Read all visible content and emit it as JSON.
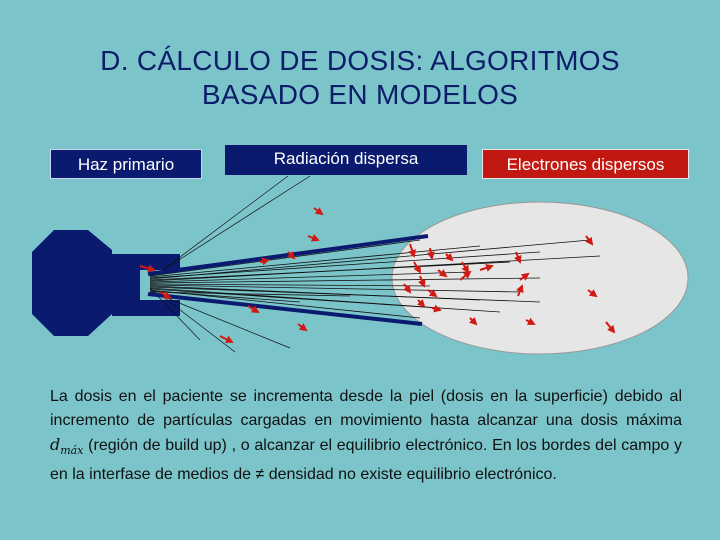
{
  "title": {
    "line1": "D. CÁLCULO DE DOSIS: ALGORITMOS",
    "line2": "BASADO EN MODELOS"
  },
  "labels": {
    "primary_beam": "Haz primario",
    "scattered_radiation": "Radiación dispersa",
    "scattered_electrons": "Electrones dispersos"
  },
  "body": {
    "part1": "La dosis en el paciente se incrementa desde la piel (dosis en la superficie) debido al incremento de partículas cargadas en movimiento hasta alcanzar una dosis máxima ",
    "dmax_symbol": "d",
    "dmax_sub": "máx",
    "part2": " (región de build up) , o alcanzar el equilibrio electrónico. En los bordes del campo y en la interfase de medios de ≠ densidad no existe equilibrio electrónico."
  },
  "colors": {
    "background": "#7bc4c9",
    "title": "#0c1d6a",
    "navy": "#0a1a6e",
    "red": "#c21812",
    "phantom": "#e6e6e6"
  }
}
